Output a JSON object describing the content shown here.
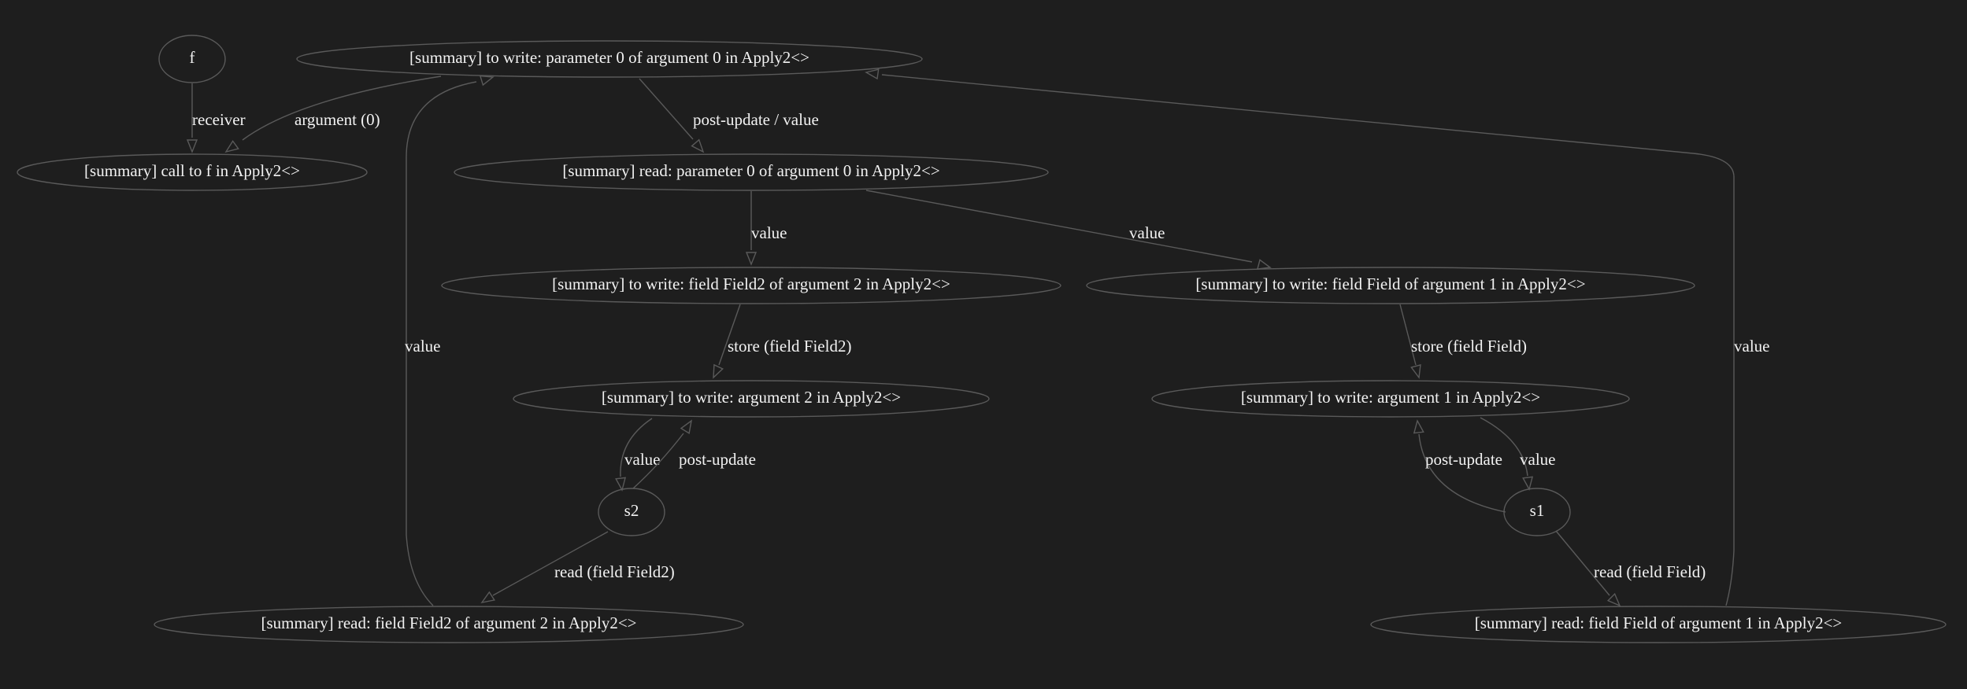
{
  "graph": {
    "nodes": [
      {
        "id": "f",
        "label": "f"
      },
      {
        "id": "wp0",
        "label": "[summary] to write: parameter 0 of argument 0 in Apply2<>"
      },
      {
        "id": "callf",
        "label": "[summary] call to f in Apply2<>"
      },
      {
        "id": "rp0",
        "label": "[summary] read: parameter 0 of argument 0 in Apply2<>"
      },
      {
        "id": "wf2",
        "label": "[summary] to write: field Field2 of argument 2 in Apply2<>"
      },
      {
        "id": "wf1",
        "label": "[summary] to write: field Field of argument 1 in Apply2<>"
      },
      {
        "id": "wa2",
        "label": "[summary] to write: argument 2 in Apply2<>"
      },
      {
        "id": "wa1",
        "label": "[summary] to write: argument 1 in Apply2<>"
      },
      {
        "id": "s2",
        "label": "s2"
      },
      {
        "id": "s1",
        "label": "s1"
      },
      {
        "id": "rf2",
        "label": "[summary] read: field Field2 of argument 2 in Apply2<>"
      },
      {
        "id": "rf1",
        "label": "[summary] read: field Field of argument 1 in Apply2<>"
      }
    ],
    "edges": [
      {
        "from": "f",
        "to": "callf",
        "label": "receiver"
      },
      {
        "from": "wp0",
        "to": "callf",
        "label": "argument (0)"
      },
      {
        "from": "wp0",
        "to": "rp0",
        "label": "post-update / value"
      },
      {
        "from": "rp0",
        "to": "wf2",
        "label": "value"
      },
      {
        "from": "rp0",
        "to": "wf1",
        "label": "value"
      },
      {
        "from": "wf2",
        "to": "wa2",
        "label": "store (field Field2)"
      },
      {
        "from": "wf1",
        "to": "wa1",
        "label": "store (field Field)"
      },
      {
        "from": "wa2",
        "to": "s2",
        "label": "value"
      },
      {
        "from": "s2",
        "to": "wa2",
        "label": "post-update"
      },
      {
        "from": "wa1",
        "to": "s1",
        "label": "value"
      },
      {
        "from": "s1",
        "to": "wa1",
        "label": "post-update"
      },
      {
        "from": "s2",
        "to": "rf2",
        "label": "read (field Field2)"
      },
      {
        "from": "s1",
        "to": "rf1",
        "label": "read (field Field)"
      },
      {
        "from": "rf2",
        "to": "wp0",
        "label": "value"
      },
      {
        "from": "rf1",
        "to": "wp0",
        "label": "value"
      }
    ]
  }
}
